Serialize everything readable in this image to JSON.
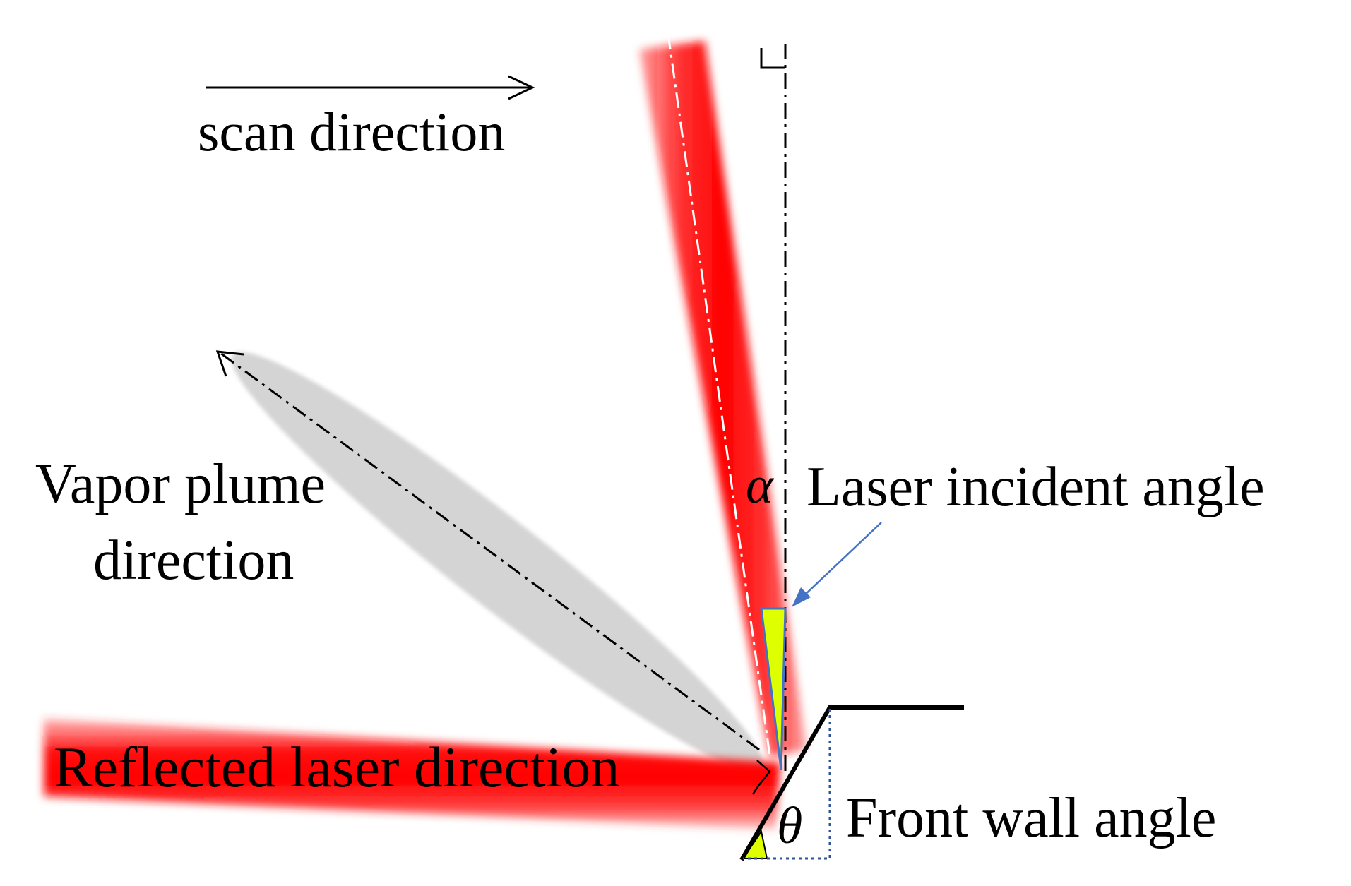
{
  "labels": {
    "scan_direction": "scan direction",
    "vapor_plume_line1": "Vapor plume",
    "vapor_plume_line2": "direction",
    "laser_incident_angle": "Laser incident angle",
    "reflected_laser_direction": "Reflected laser direction",
    "front_wall_angle": "Front wall angle",
    "alpha_symbol": "α",
    "theta_symbol": "θ"
  },
  "colors": {
    "laser_red": "#ff0000",
    "plume_gray": "#d3d3d3",
    "angle_fill": "#ddff00",
    "pointer_blue": "#4472c4",
    "outline": "#000000"
  },
  "icons": {
    "scan_arrow": "arrow-right-icon",
    "plume_arrow": "arrow-up-left-icon",
    "pointer_arrow": "arrow-down-left-icon"
  }
}
